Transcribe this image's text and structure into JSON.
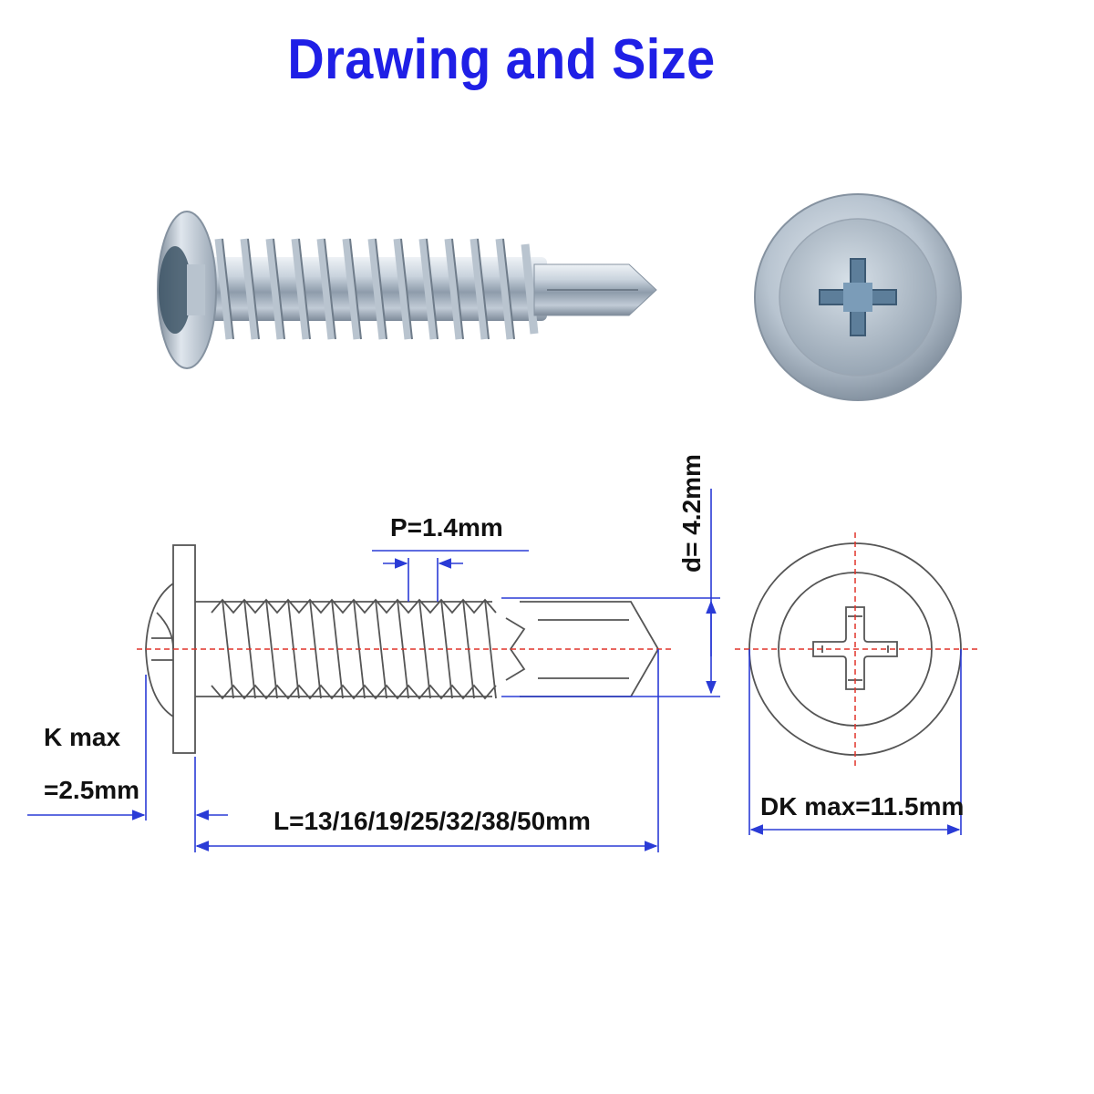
{
  "title": "Drawing and Size",
  "labels": {
    "pitch": "P=1.4mm",
    "diameter": "d= 4.2mm",
    "k_max_line1": "K max",
    "k_max_line2": "=2.5mm",
    "length": "L=13/16/19/25/32/38/50mm",
    "dk_max": "DK max=11.5mm"
  },
  "colors": {
    "title": "#1f1fe6",
    "dimension_lines": "#2a3bd6",
    "center_lines": "#e0342a",
    "drawing_lines": "#555555"
  },
  "icons": {
    "screw_side_photo": "screw-side-photo",
    "screw_head_photo": "screw-head-photo"
  }
}
